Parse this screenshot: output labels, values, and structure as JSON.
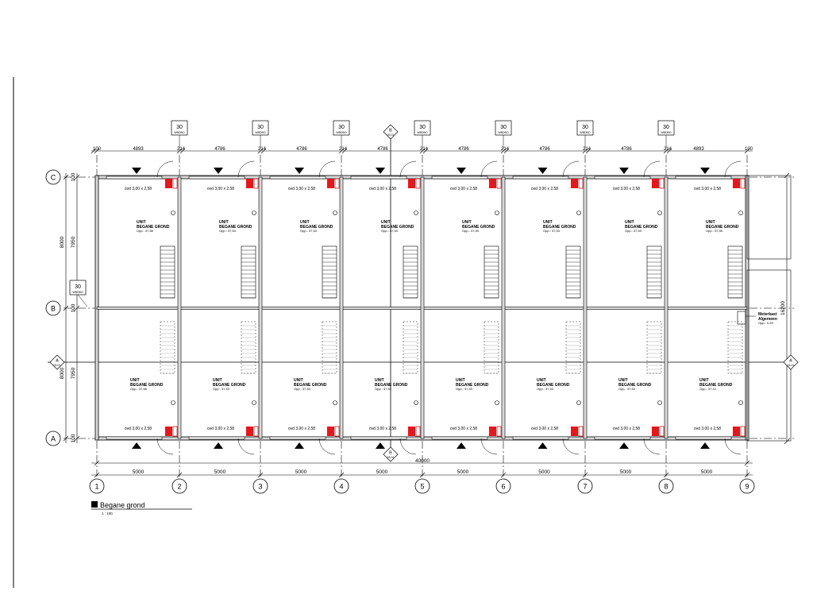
{
  "dimensions": {
    "top": [
      "100",
      "4893",
      "214",
      "4786",
      "214",
      "4786",
      "214",
      "4786",
      "214",
      "4786",
      "214",
      "4786",
      "214",
      "4786",
      "214",
      "4893",
      "100"
    ],
    "bottom_modules": [
      "5000",
      "5000",
      "5000",
      "5000",
      "5000",
      "5000",
      "5000",
      "5000"
    ],
    "total_length": "40000",
    "left_total_upper": "8000",
    "left_total_lower": "8000",
    "left_bay_upper": "7950",
    "left_bay_lower": "7950",
    "left_wall_top": "100",
    "left_wall_mid": "100",
    "left_wall_bottom": "100",
    "right_total": "16200"
  },
  "grid": {
    "columns": [
      "1",
      "2",
      "3",
      "4",
      "5",
      "6",
      "7",
      "8",
      "9"
    ],
    "rows": [
      "C",
      "B",
      "A"
    ]
  },
  "fire_tags": {
    "value": "30",
    "sub": "WBDBO"
  },
  "section_markers": [
    {
      "letter": "B",
      "ref": "03.01"
    },
    {
      "letter": "B",
      "ref": "03.01"
    },
    {
      "letter": "A",
      "ref": "03.01"
    },
    {
      "letter": "A",
      "ref": "03.01"
    }
  ],
  "doors": {
    "label": "ovd 3,00 x 2,58"
  },
  "units_top": [
    {
      "name": "UNIT",
      "level": "BEGANE GROND",
      "area": "Opp.: 37,56"
    },
    {
      "name": "UNIT",
      "level": "BEGANE GROND",
      "area": "Opp.: 37,53"
    },
    {
      "name": "UNIT",
      "level": "BEGANE GROND",
      "area": "Opp.: 37,53"
    },
    {
      "name": "UNIT",
      "level": "BEGANE GROND",
      "area": "Opp.: 37,53"
    },
    {
      "name": "UNIT",
      "level": "BEGANE GROND",
      "area": "Opp.: 37,53"
    },
    {
      "name": "UNIT",
      "level": "BEGANE GROND",
      "area": "Opp.: 37,53"
    },
    {
      "name": "UNIT",
      "level": "BEGANE GROND",
      "area": "Opp.: 37,53"
    },
    {
      "name": "UNIT",
      "level": "BEGANE GROND",
      "area": "Opp.: 37,55"
    }
  ],
  "units_bottom": [
    {
      "name": "UNIT",
      "level": "BEGANE GROND",
      "area": "Opp.: 37,56"
    },
    {
      "name": "UNIT",
      "level": "BEGANE GROND",
      "area": "Opp.: 37,53"
    },
    {
      "name": "UNIT",
      "level": "BEGANE GROND",
      "area": "Opp.: 37,53"
    },
    {
      "name": "UNIT",
      "level": "BEGANE GROND",
      "area": "Opp.: 37,53"
    },
    {
      "name": "UNIT",
      "level": "BEGANE GROND",
      "area": "Opp.: 37,53"
    },
    {
      "name": "UNIT",
      "level": "BEGANE GROND",
      "area": "Opp.: 37,53"
    },
    {
      "name": "UNIT",
      "level": "BEGANE GROND",
      "area": "Opp.: 37,53"
    },
    {
      "name": "UNIT",
      "level": "BEGANE GROND",
      "area": "Opp.: 37,12"
    }
  ],
  "meter_room": {
    "line1": "Meterkast",
    "line2": "Algemeen",
    "area": "Opp.: 0,39"
  },
  "title_block": {
    "title": "Begane grond",
    "scale": "1 : 100"
  },
  "colors": {
    "line": "#000000",
    "grid_line": "#444444",
    "fire_equipment": "#e0191f",
    "wall_fill": "#d9d9d9"
  }
}
